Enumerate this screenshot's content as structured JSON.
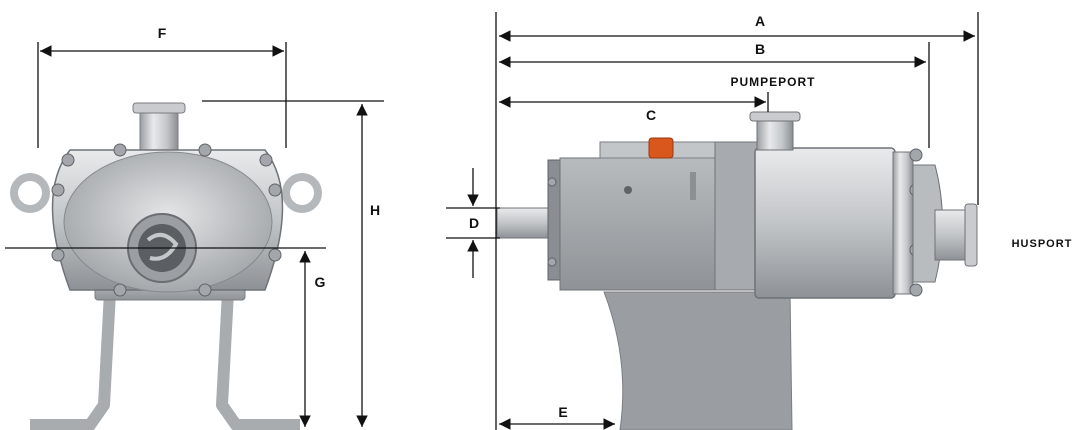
{
  "labels": {
    "a": "A",
    "b": "B",
    "c": "C",
    "d": "D",
    "e": "E",
    "f": "F",
    "g": "G",
    "h": "H",
    "pump_port": "PUMPEPORT",
    "house_port": "HUSPORT"
  },
  "colors": {
    "dimension_line": "#111111",
    "steel_light": "#d4d6d8",
    "steel_mid": "#b0b3b6",
    "steel_dark": "#7e8286",
    "knob": "#d9561c",
    "background": "#ffffff"
  }
}
